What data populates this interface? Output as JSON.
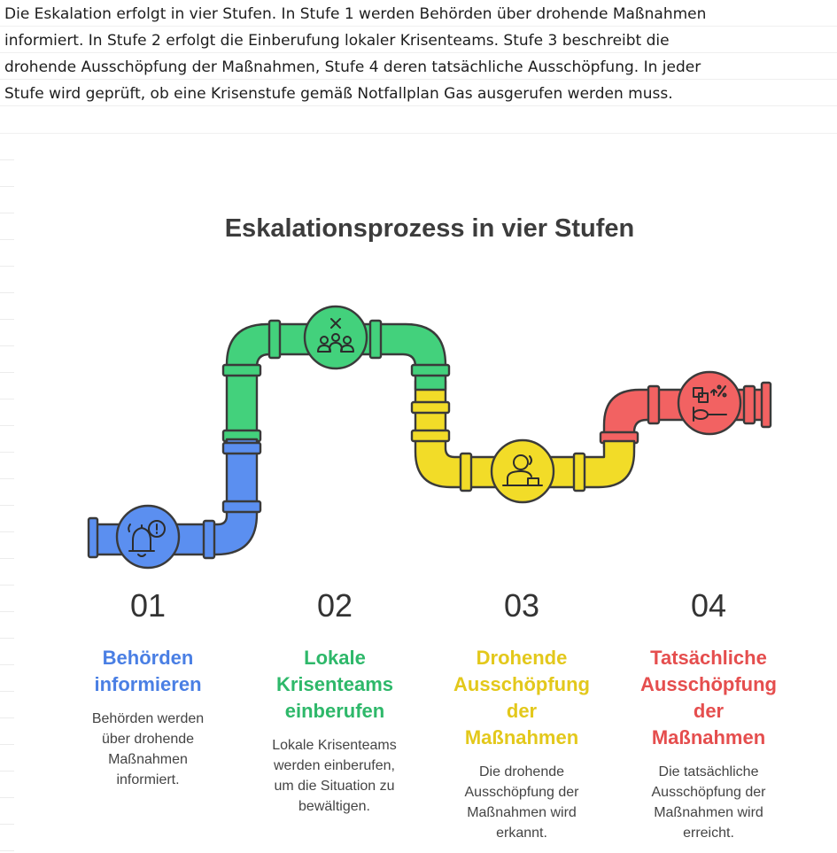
{
  "intro": {
    "lines": [
      "Die Eskalation erfolgt in vier Stufen. In Stufe 1 werden Behörden über drohende Maßnahmen",
      "informiert. In Stufe 2 erfolgt die Einberufung lokaler Krisenteams. Stufe 3 beschreibt die",
      "drohende Ausschöpfung der Maßnahmen, Stufe 4 deren tatsächliche Ausschöpfung. In jeder",
      "Stufe wird geprüft, ob eine Krisenstufe gemäß Notfallplan Gas ausgerufen werden muss."
    ]
  },
  "diagram": {
    "title": "Eskalationsprozess in vier Stufen",
    "colors": {
      "blue": "#5b8ff0",
      "green": "#43d17c",
      "yellow": "#f2dc28",
      "red": "#f26262"
    },
    "icons": [
      "bell-alert-icon",
      "team-close-icon",
      "worried-person-icon",
      "money-box-spoon-icon"
    ],
    "steps": [
      {
        "number": "01",
        "label": [
          "Behörden",
          "informieren"
        ],
        "desc": [
          "Behörden werden",
          "über drohende",
          "Maßnahmen",
          "informiert."
        ]
      },
      {
        "number": "02",
        "label": [
          "Lokale",
          "Krisenteams",
          "einberufen"
        ],
        "desc": [
          "Lokale Krisenteams",
          "werden einberufen,",
          "um die Situation zu",
          "bewältigen."
        ]
      },
      {
        "number": "03",
        "label": [
          "Drohende",
          "Ausschöpfung",
          "der",
          "Maßnahmen"
        ],
        "desc": [
          "Die drohende",
          "Ausschöpfung der",
          "Maßnahmen wird",
          "erkannt."
        ]
      },
      {
        "number": "04",
        "label": [
          "Tatsächliche",
          "Ausschöpfung",
          "der",
          "Maßnahmen"
        ],
        "desc": [
          "Die tatsächliche",
          "Ausschöpfung der",
          "Maßnahmen wird",
          "erreicht."
        ]
      }
    ]
  }
}
